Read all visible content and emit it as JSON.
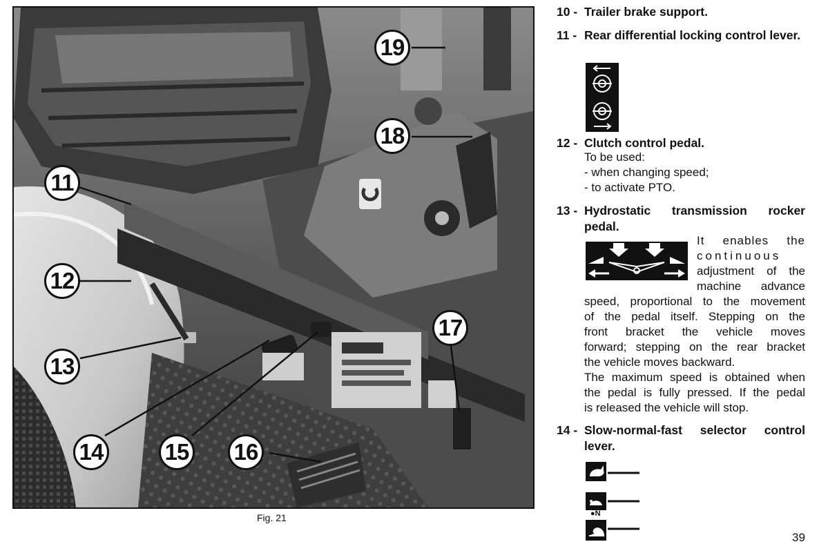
{
  "figure": {
    "caption": "Fig. 21",
    "callouts": [
      "11",
      "12",
      "13",
      "14",
      "15",
      "16",
      "17",
      "18",
      "19"
    ]
  },
  "items": [
    {
      "num": "10 -",
      "title": "Trailer brake support."
    },
    {
      "num": "11 -",
      "title": "Rear differential locking control lever."
    },
    {
      "num": "12 -",
      "title": "Clutch control pedal.",
      "body": [
        "To be used:",
        "- when changing speed;",
        "- to activate PTO."
      ]
    },
    {
      "num": "13 -",
      "title": "Hydrostatic transmission rocker pedal.",
      "body": [
        "It enables the",
        "continuous",
        "adjustment of the",
        "machine advance",
        "speed, proportional to the movement",
        "of the pedal itself. Stepping on the",
        "front bracket the vehicle moves",
        "forward; stepping on the rear bracket",
        "the vehicle moves backward.",
        "The maximum speed is obtained when",
        "the pedal is fully pressed. If the pedal",
        "is released the vehicle will stop."
      ]
    },
    {
      "num": "14 -",
      "title": "Slow-normal-fast selector control lever.",
      "neutral_label": "N"
    }
  ],
  "page_number": "39",
  "icons": [
    "differential-lock-icon",
    "rocker-pedal-icon",
    "hare-fast-icon",
    "turtle-normal-icon",
    "snail-slow-icon"
  ]
}
